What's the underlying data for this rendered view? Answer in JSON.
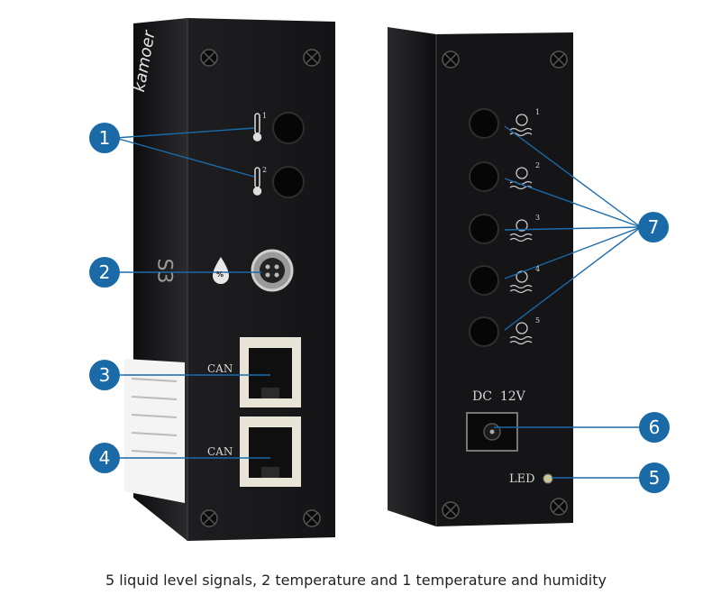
{
  "device_front": {
    "brand": "kamoer",
    "model": "S3",
    "port_labels": [
      "CAN",
      "CAN"
    ],
    "sensor_labels": [
      "1",
      "2"
    ],
    "humidity_symbol": "%"
  },
  "device_back": {
    "power_label": "DC  12V",
    "led_label": "LED",
    "level_labels": [
      "1",
      "2",
      "3",
      "4",
      "5"
    ]
  },
  "callouts": [
    "1",
    "2",
    "3",
    "4",
    "6",
    "5",
    "7"
  ],
  "caption": "5 liquid level signals, 2 temperature and 1 temperature and humidity",
  "colors": {
    "callout": "#1a6aa8",
    "device": "#1c1c1e"
  }
}
